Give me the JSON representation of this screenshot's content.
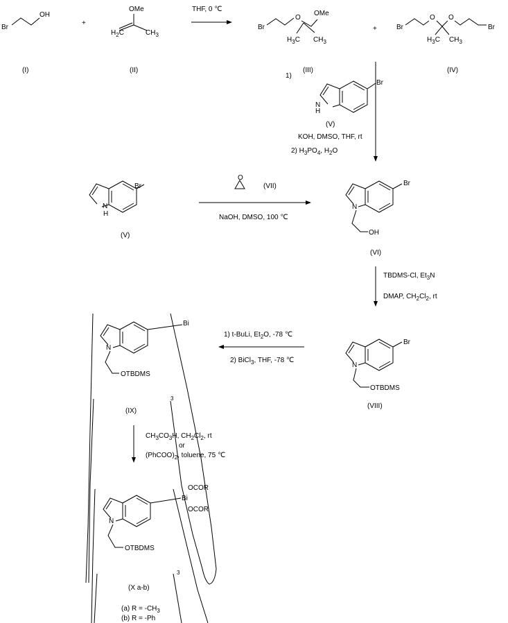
{
  "compounds": {
    "I": {
      "label": "(I)",
      "br": "Br",
      "oh": "OH"
    },
    "II": {
      "label": "(II)",
      "ome": "OMe",
      "h2c": "H2C",
      "ch3": "CH3"
    },
    "III": {
      "label": "(III)",
      "br": "Br",
      "o": "O",
      "ome": "OMe",
      "h3c": "H3C",
      "ch3": "CH3"
    },
    "IV": {
      "label": "(IV)",
      "br1": "Br",
      "o1": "O",
      "o2": "O",
      "br2": "Br",
      "h3c": "H3C",
      "ch3": "CH3"
    },
    "V_reagent": {
      "label": "(V)",
      "br": "Br",
      "n": "N",
      "h": "H"
    },
    "V": {
      "label": "(V)",
      "br": "Br",
      "n": "N",
      "h": "H"
    },
    "VI": {
      "label": "(VI)",
      "br": "Br",
      "n": "N",
      "oh": "OH"
    },
    "VII": {
      "label": "(VII)",
      "o": "O"
    },
    "VIII": {
      "label": "(VIII)",
      "br": "Br",
      "n": "N",
      "otbdms": "OTBDMS"
    },
    "IX": {
      "label": "(IX)",
      "bi": "Bi",
      "n": "N",
      "otbdms": "OTBDMS",
      "sup": "3"
    },
    "X": {
      "label": "(X a-b)",
      "bi": "Bi",
      "n": "N",
      "otbdms": "OTBDMS",
      "ocor1": "OCOR",
      "ocor2": "OCOR",
      "sup": "3",
      "ra": "(a) R = -CH3",
      "rb": "(b) R = -Ph"
    }
  },
  "plus_signs": [
    "+",
    "+"
  ],
  "reagents": {
    "step1": "THF, 0 ℃",
    "step2_num1": "1)",
    "step2_cond": "KOH, DMSO, THF, rt",
    "step2_num2": "2) H3PO4, H2O",
    "step3": "NaOH, DMSO, 100 ℃",
    "step4a": "TBDMS-Cl, Et3N",
    "step4b": "DMAP, CH2Cl2, rt",
    "step5a": "1)  t-BuLi, Et2O, -78 ℃",
    "step5b": "2) BiCl3, THF, -78 ℃",
    "step6a": "CH3CO3H, CH2Cl2, rt",
    "step6or": "or",
    "step6b": "(PhCOO)2, toluene, 75 ℃"
  }
}
